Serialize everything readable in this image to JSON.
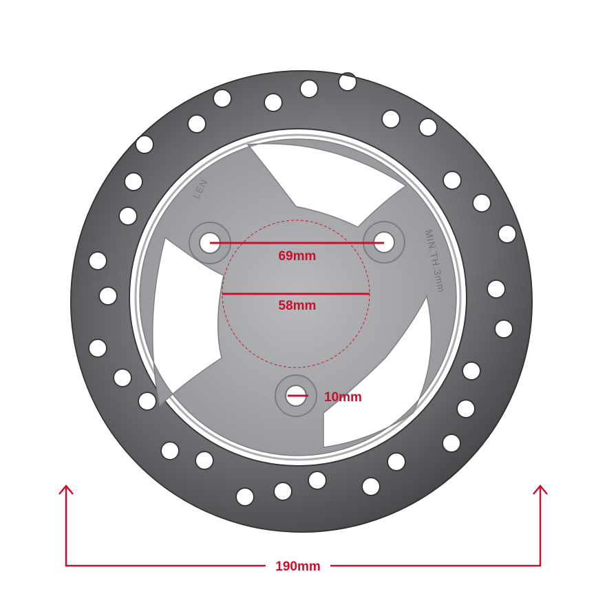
{
  "photo": {
    "subject": "brake-disc-rotor",
    "stamp_text_left": "LEN",
    "stamp_text_right": "MIN.TH.3mm"
  },
  "dimensions": {
    "bolt_circle_label": "69mm",
    "center_bore_label": "58mm",
    "bolt_hole_label": "10mm",
    "outer_diameter_label": "190mm"
  },
  "colors": {
    "accent_red": "#c8102e",
    "disc_dark": "#3a3b3d",
    "disc_light": "#8d9094",
    "hub_silver": "#a9abad",
    "background": "#ffffff"
  }
}
